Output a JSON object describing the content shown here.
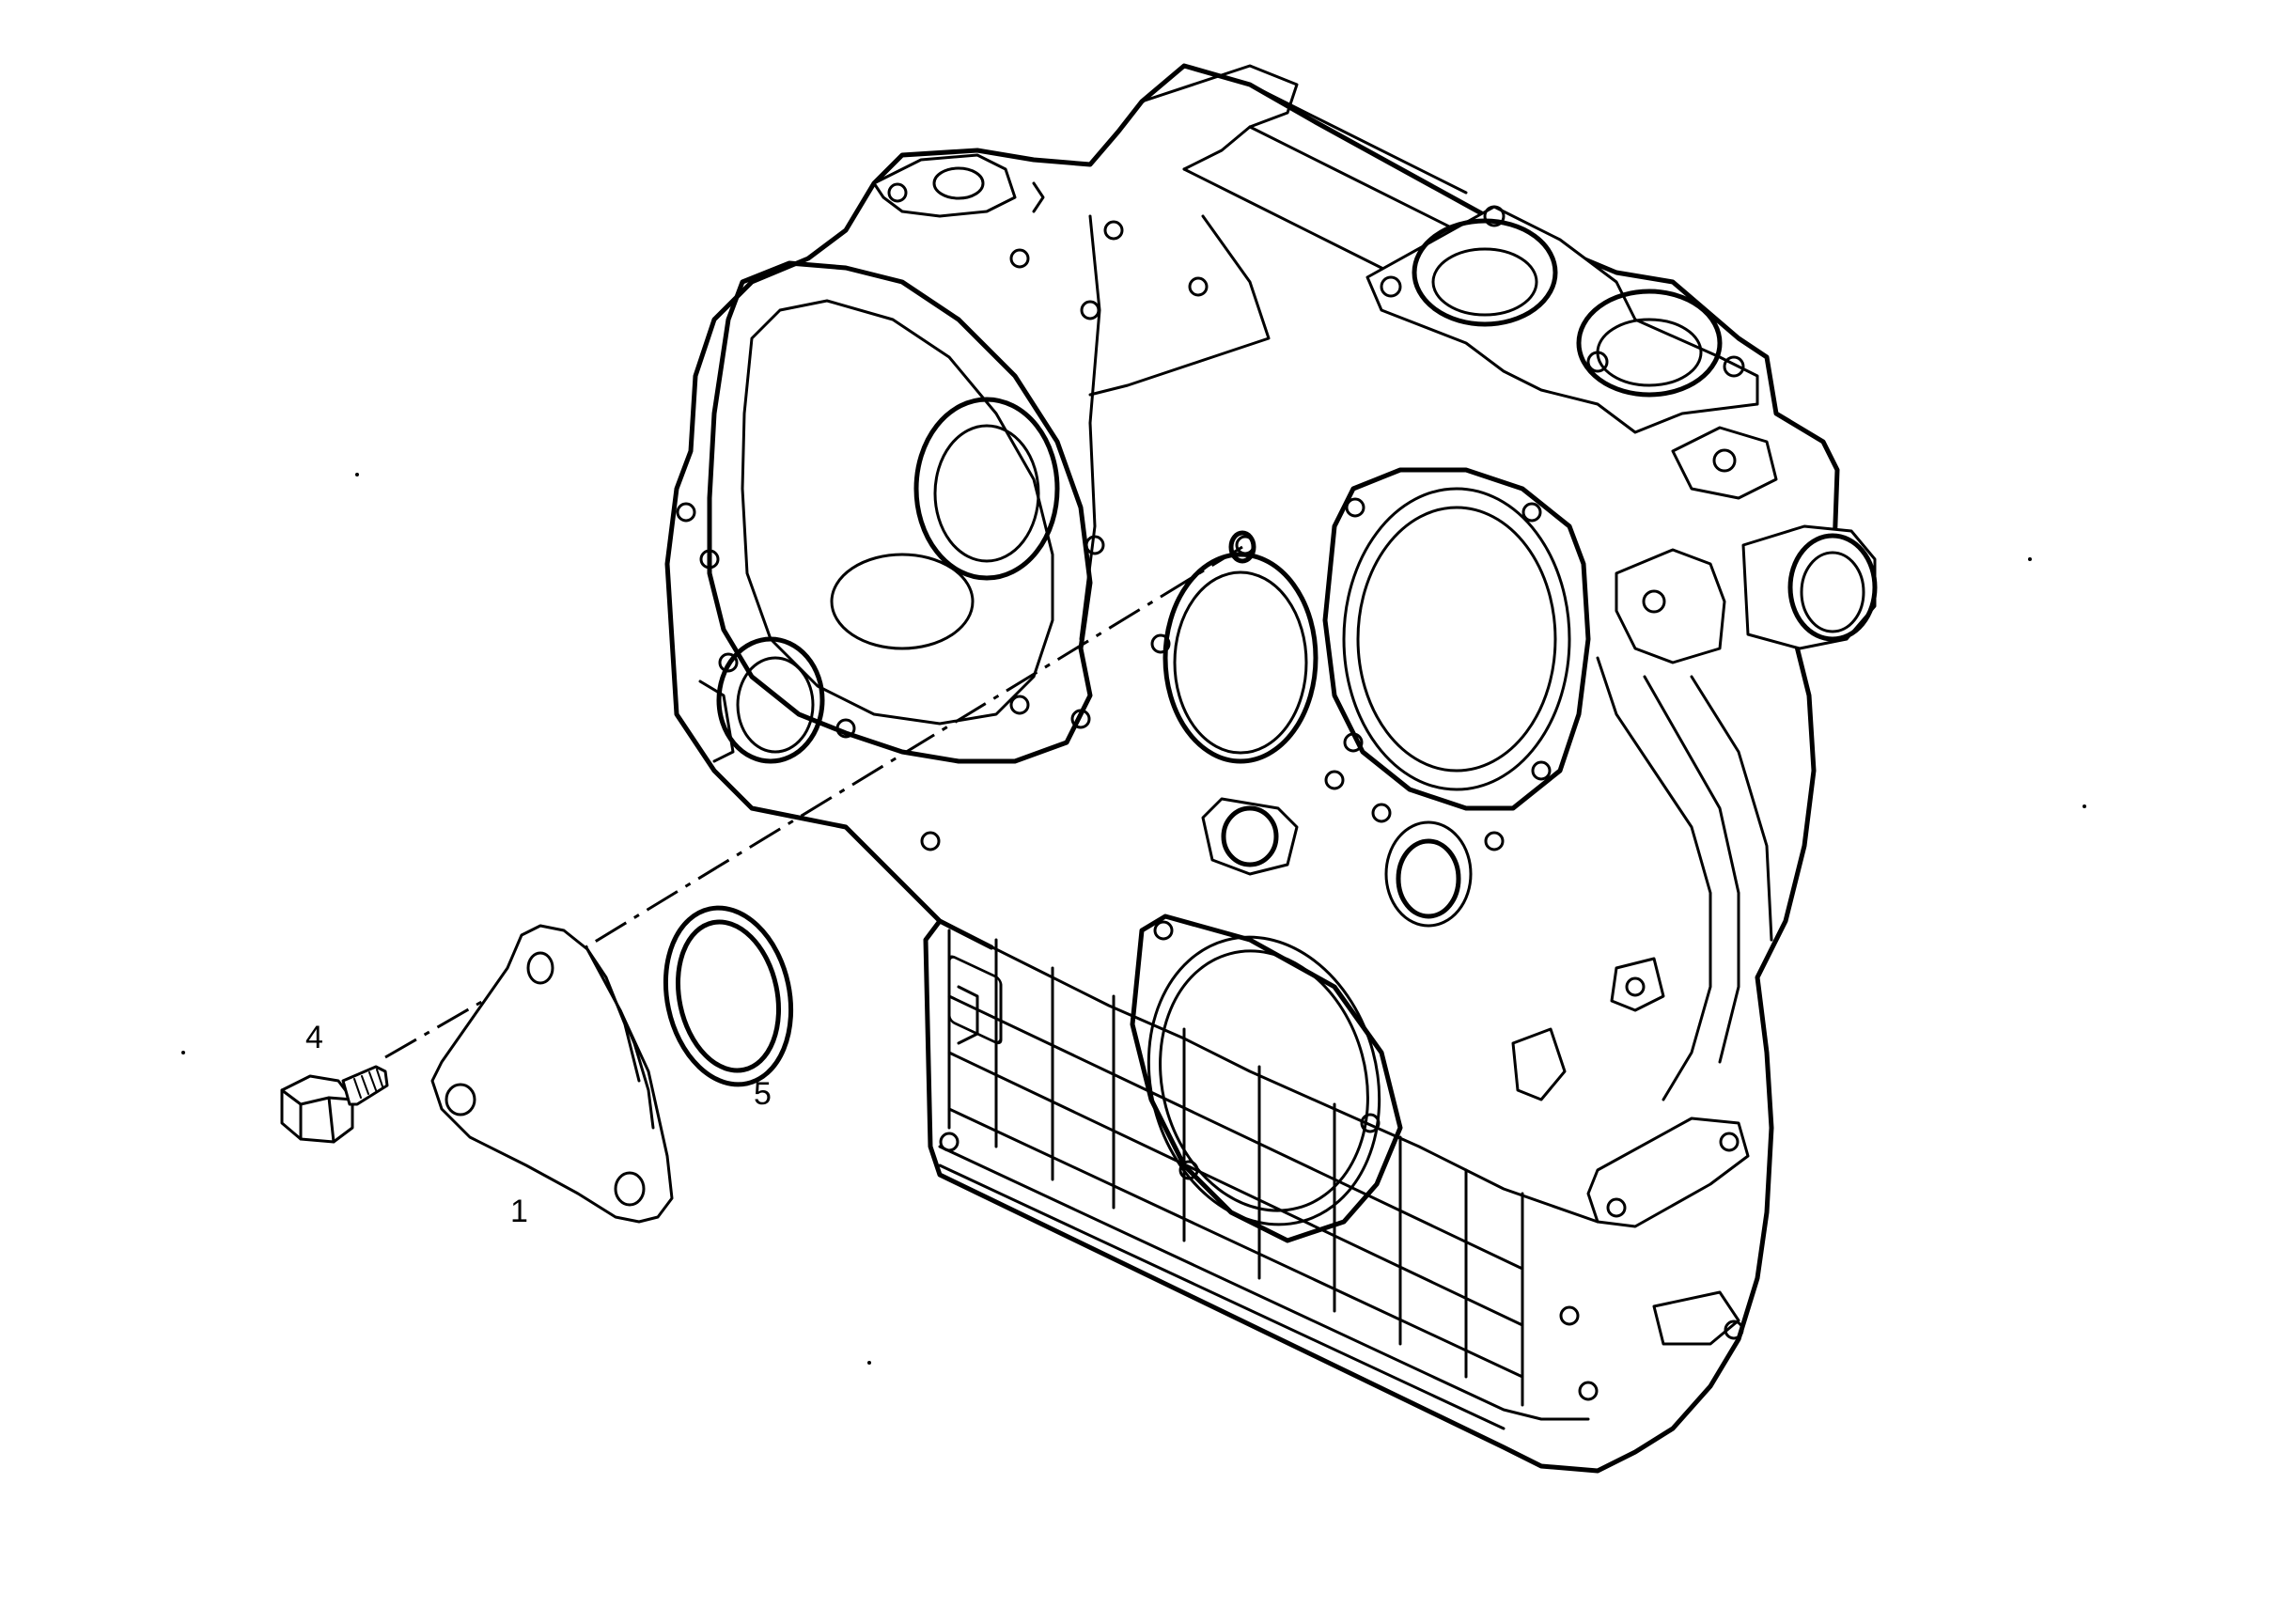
{
  "callouts": {
    "part_1": "1",
    "part_4": "4",
    "part_5": "5"
  }
}
